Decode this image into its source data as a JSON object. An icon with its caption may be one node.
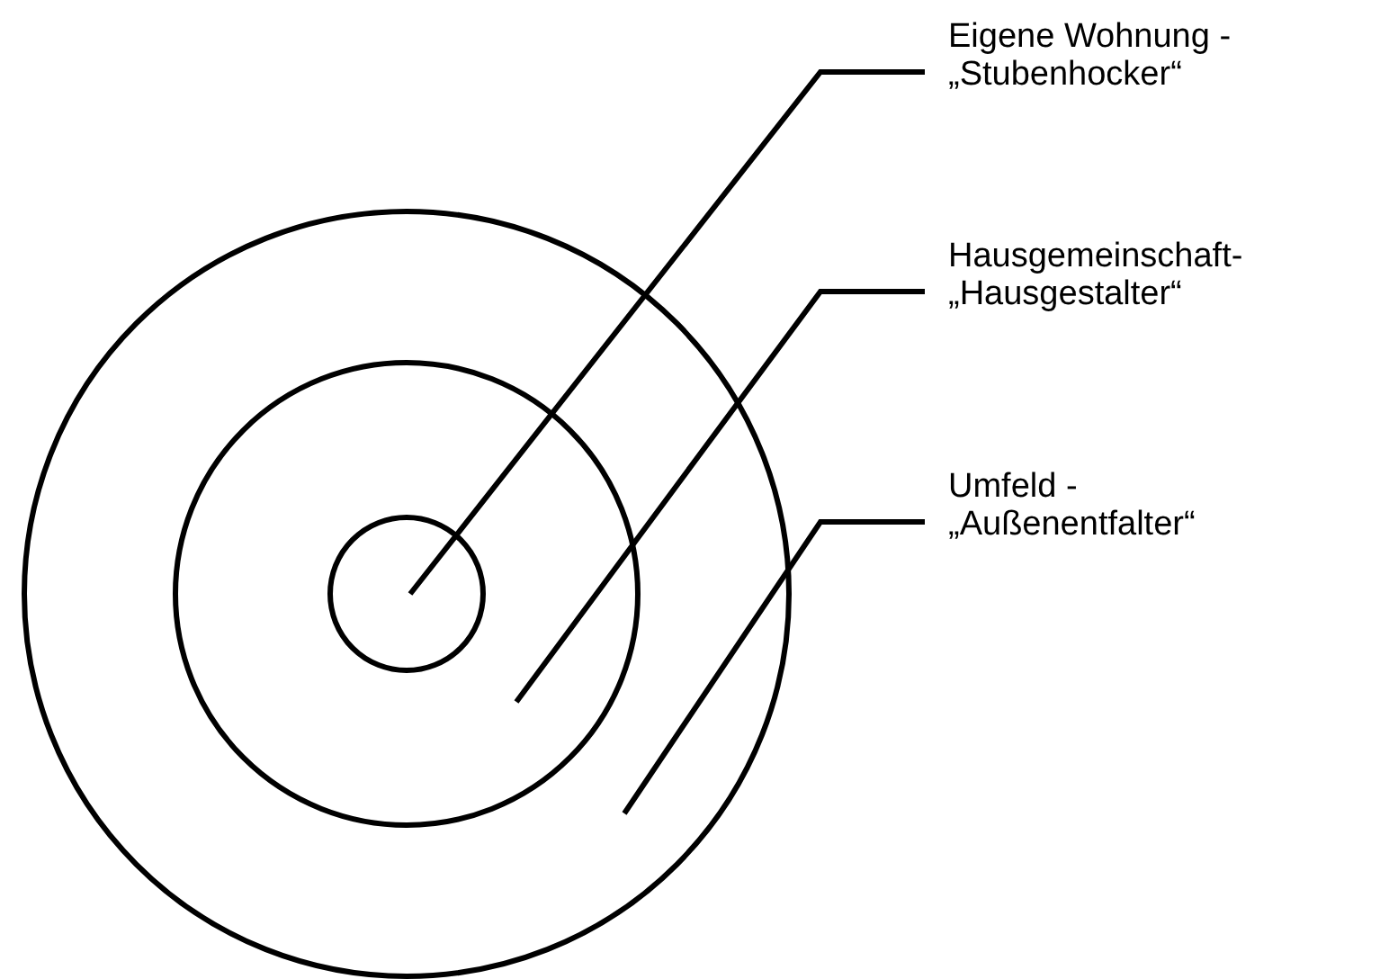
{
  "diagram": {
    "nodes": [
      {
        "text": [
          "Eigene Wohnung - „Stubenhocker“"
        ]
      },
      {
        "text": [
          "Hausgemeinschaft- „Hausgestalter“"
        ]
      },
      {
        "text": [
          "Umfeld - „Außenentfalter“"
        ]
      },
      {
        "text": [],
        "shape": "circle"
      },
      {
        "text": [],
        "shape": "circle",
        "in": 3
      },
      {
        "text": [],
        "shape": "circle",
        "in": 4
      }
    ],
    "edges": [
      {
        "from": 0,
        "to": 5,
        "arrow": "none"
      },
      {
        "from": 1,
        "to": 4,
        "arrow": "none"
      },
      {
        "from": 2,
        "to": 3,
        "arrow": "none"
      }
    ]
  }
}
